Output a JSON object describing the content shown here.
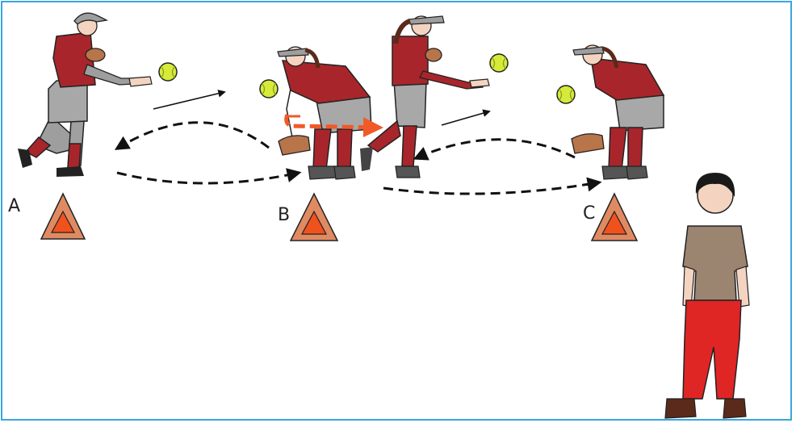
{
  "cones": [
    {
      "label": "A"
    },
    {
      "label": "B"
    },
    {
      "label": "C"
    }
  ],
  "colors": {
    "border": "#3aa6df",
    "jersey": "#a8262b",
    "pants_gray": "#9e9e9e",
    "cone_outer": "#e08a62",
    "cone_inner": "#f0521e",
    "ball": "#d6ea3a",
    "glove": "#b8754a",
    "coach_pants": "#e02525",
    "coach_shirt": "#9b8470",
    "footwork_arrow": "#f05a28"
  },
  "icons": [
    "softball-icon",
    "cone-icon",
    "glove-icon"
  ]
}
